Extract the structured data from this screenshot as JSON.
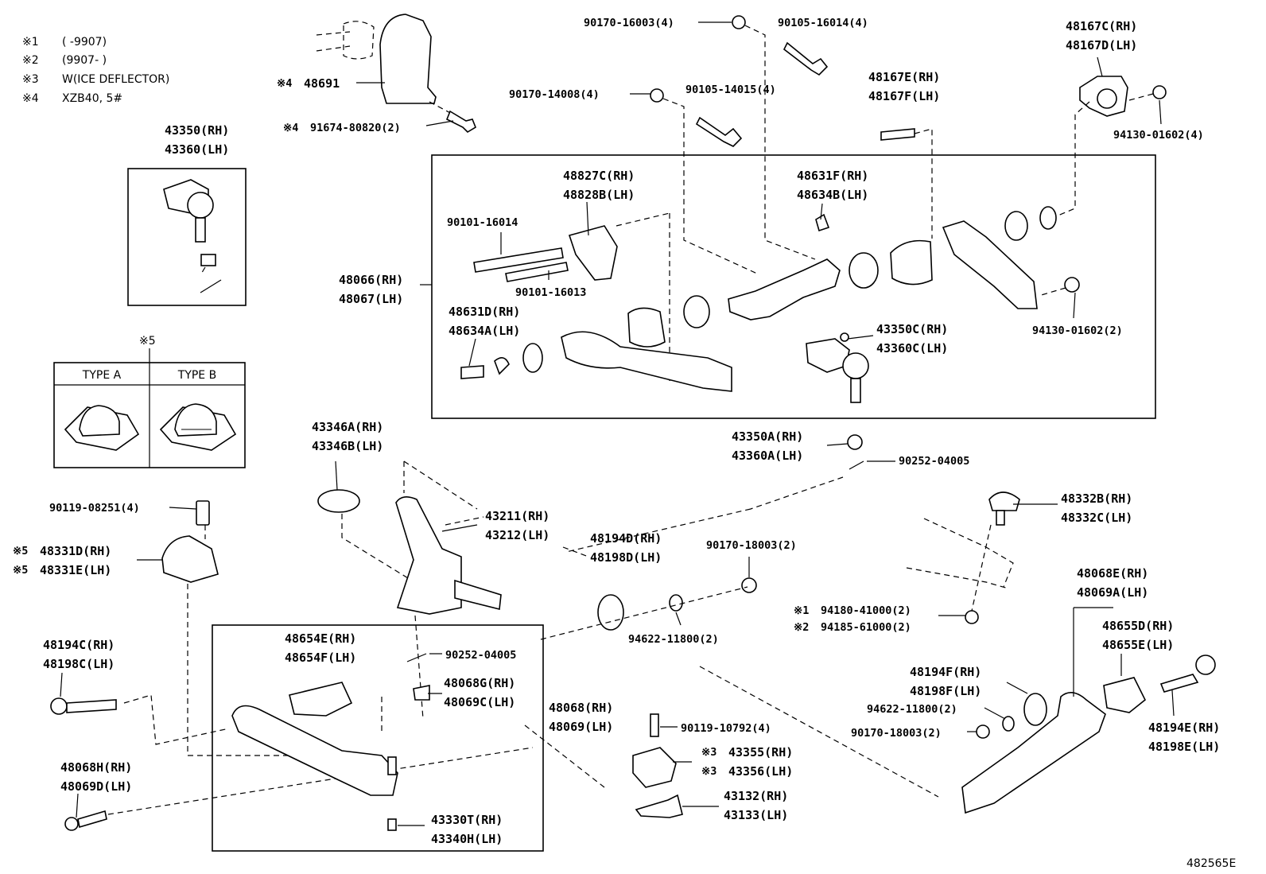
{
  "notes": [
    {
      "mark": "※1",
      "text": "(      -9907)"
    },
    {
      "mark": "※2",
      "text": "(9907-      )"
    },
    {
      "mark": "※3",
      "text": "W(ICE DEFLECTOR)"
    },
    {
      "mark": "※4",
      "text": "XZB40, 5#"
    }
  ],
  "type_table": {
    "marker": "※5",
    "col_a": "TYPE  A",
    "col_b": "TYPE  B"
  },
  "labels": {
    "p_48691": {
      "mark": "※4",
      "text": "48691"
    },
    "p_91674": {
      "mark": "※4",
      "text": "91674-80820(2)"
    },
    "p_90170_16003": "90170-16003(4)",
    "p_90105_16014": "90105-16014(4)",
    "p_90170_14008": "90170-14008(4)",
    "p_90105_14015": "90105-14015(4)",
    "p_48167E": "48167E(RH)",
    "p_48167F": "48167F(LH)",
    "p_48167C": "48167C(RH)",
    "p_48167D": "48167D(LH)",
    "p_94130_4": "94130-01602(4)",
    "p_43350": "43350(RH)",
    "p_43360": "43360(LH)",
    "p_48827C": "48827C(RH)",
    "p_48828B": "48828B(LH)",
    "p_48631F": "48631F(RH)",
    "p_48634B": "48634B(LH)",
    "p_90101_16014": "90101-16014",
    "p_90101_16013": "90101-16013",
    "p_48066": "48066(RH)",
    "p_48067": "48067(LH)",
    "p_48631D": "48631D(RH)",
    "p_48634A": "48634A(LH)",
    "p_43350C": "43350C(RH)",
    "p_43360C": "43360C(LH)",
    "p_94130_2": "94130-01602(2)",
    "p_43346A": "43346A(RH)",
    "p_43346B": "43346B(LH)",
    "p_43350A": "43350A(RH)",
    "p_43360A": "43360A(LH)",
    "p_90252_top": "90252-04005",
    "p_90119_08251": "90119-08251(4)",
    "p_48331D": {
      "mark": "※5",
      "text": "48331D(RH)"
    },
    "p_48331E": {
      "mark": "※5",
      "text": "48331E(LH)"
    },
    "p_43211": "43211(RH)",
    "p_43212": "43212(LH)",
    "p_48194D": "48194D(RH)",
    "p_48198D": "48198D(LH)",
    "p_90170_18003_a": "90170-18003(2)",
    "p_48332B": "48332B(RH)",
    "p_48332C": "48332C(LH)",
    "p_48068E": "48068E(RH)",
    "p_48069A": "48069A(LH)",
    "p_94180": {
      "mark": "※1",
      "text": "94180-41000(2)"
    },
    "p_94185": {
      "mark": "※2",
      "text": "94185-61000(2)"
    },
    "p_48655D": "48655D(RH)",
    "p_48655E": "48655E(LH)",
    "p_48194C": "48194C(RH)",
    "p_48198C": "48198C(LH)",
    "p_48654E": "48654E(RH)",
    "p_48654F": "48654F(LH)",
    "p_90252_low": "90252-04005",
    "p_94622_a": "94622-11800(2)",
    "p_48194F": "48194F(RH)",
    "p_48198F": "48198F(LH)",
    "p_48068G": "48068G(RH)",
    "p_48069C": "48069C(LH)",
    "p_94622_b": "94622-11800(2)",
    "p_90170_18003_b": "90170-18003(2)",
    "p_48068": "48068(RH)",
    "p_48069": "48069(LH)",
    "p_90119_10792": "90119-10792(4)",
    "p_48194E": "48194E(RH)",
    "p_48198E": "48198E(LH)",
    "p_43355": {
      "mark": "※3",
      "text": "43355(RH)"
    },
    "p_43356": {
      "mark": "※3",
      "text": "43356(LH)"
    },
    "p_48068H": "48068H(RH)",
    "p_48069D": "48069D(LH)",
    "p_43132": "43132(RH)",
    "p_43133": "43133(LH)",
    "p_43330T": "43330T(RH)",
    "p_43340H": "43340H(LH)"
  },
  "figure_id": "482565E"
}
